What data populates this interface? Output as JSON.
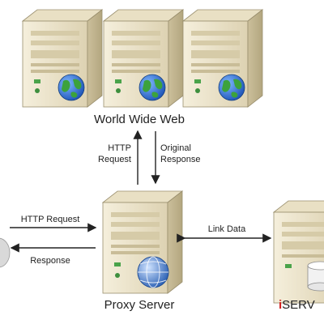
{
  "diagram": {
    "title_www": "World Wide Web",
    "proxy_label": "Proxy Server",
    "iserver_prefix": "i",
    "iserver_rest": "SERV",
    "edges": {
      "http_request_up_line1": "HTTP",
      "http_request_up_line2": "Request",
      "original_response_line1": "Original",
      "original_response_line2": "Response",
      "http_request_left": "HTTP Request",
      "response_left": "Response",
      "link_data": "Link Data"
    },
    "colors": {
      "server_body": "#eee6cf",
      "server_shade": "#c9bd98",
      "globe_blue": "#2a6fd6",
      "globe_green": "#3ca23c",
      "accent_red": "#d21f1f",
      "arrow": "#222222",
      "proxy_globe": "#3a74c9"
    },
    "icons": [
      "server-icon",
      "globe-icon",
      "database-icon",
      "client-icon"
    ]
  }
}
